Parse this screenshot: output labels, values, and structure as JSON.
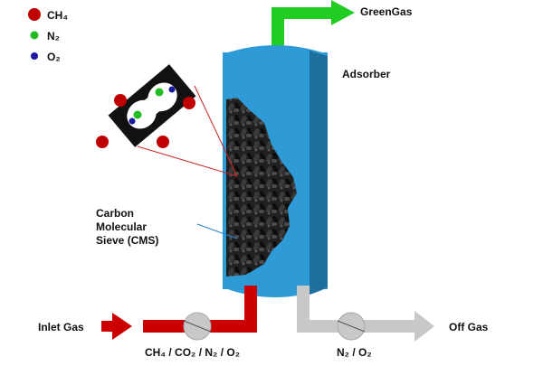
{
  "legend": {
    "items": [
      {
        "label": "CH₄",
        "color": "#c00000"
      },
      {
        "label": "N₂",
        "color": "#22bb22"
      },
      {
        "label": "O₂",
        "color": "#1a1aa0"
      }
    ]
  },
  "labels": {
    "green_gas": "GreenGas",
    "adsorber": "Adsorber",
    "cms_line1": "Carbon",
    "cms_line2": "Molecular",
    "cms_line3": "Sieve (CMS)",
    "inlet_gas": "Inlet Gas",
    "inlet_composition": "CH₄ / CO₂ / N₂ / O₂",
    "off_gas": "Off Gas",
    "off_composition": "N₂ / O₂"
  },
  "colors": {
    "vessel": "#2e9bd6",
    "vessel_shade": "#1f6f9e",
    "green_pipe": "#22cc22",
    "red_pipe": "#cc0000",
    "grey_pipe": "#c8c8c8",
    "carbon": "#1a1a1a"
  }
}
